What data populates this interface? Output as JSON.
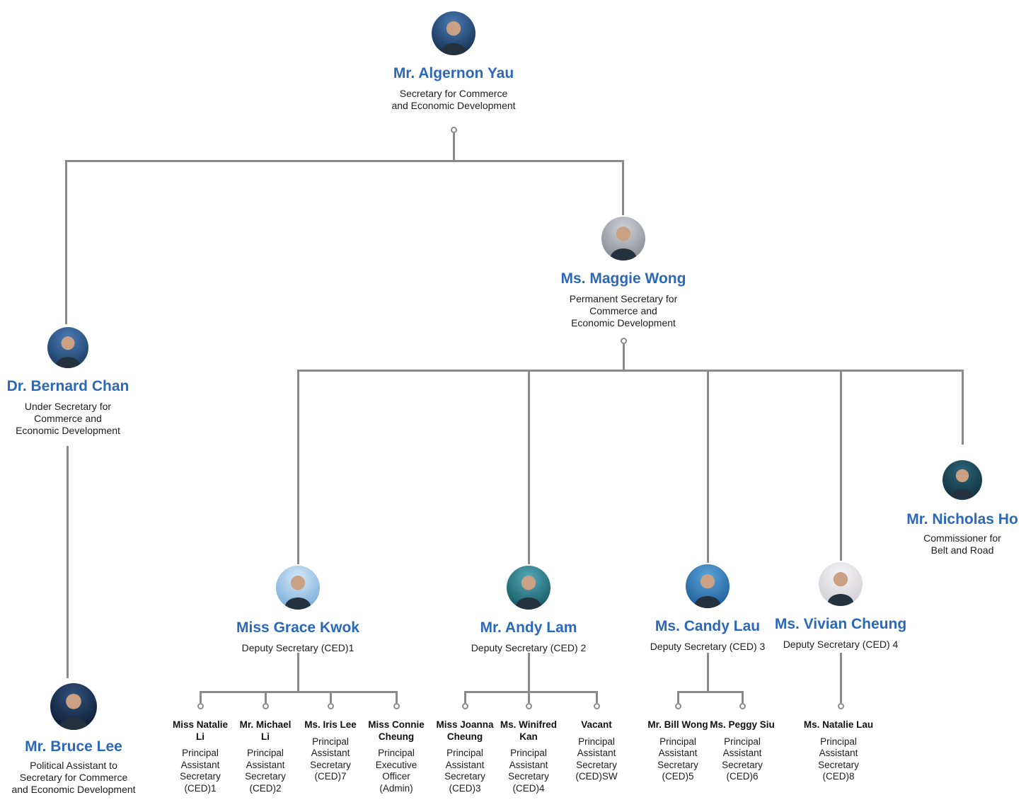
{
  "colors": {
    "name_link_blue": "#2c68ba",
    "body_text": "#1c1c1e",
    "connector_gray": "#8a8a8a"
  },
  "persons": [
    {
      "id": "algernon-yau",
      "name": "Mr. Algernon Yau",
      "title": "Secretary for Commerce\nand Economic Development",
      "photo_colors": [
        "#4a7cb5",
        "#122c4a"
      ]
    },
    {
      "id": "maggie-wong",
      "name": "Ms. Maggie Wong",
      "title": "Permanent Secretary for\nCommerce and\nEconomic Development",
      "photo_colors": [
        "#cfd3d8",
        "#83878e"
      ]
    },
    {
      "id": "bernard-chan",
      "name": "Dr. Bernard Chan",
      "title": "Under Secretary for\nCommerce and\nEconomic Development",
      "photo_colors": [
        "#4a7cb5",
        "#1a3a61"
      ]
    },
    {
      "id": "bruce-lee",
      "name": "Mr. Bruce Lee",
      "title": "Political Assistant to\nSecretary for Commerce\nand Economic Development",
      "photo_colors": [
        "#33527e",
        "#0a1830"
      ]
    },
    {
      "id": "grace-kwok",
      "name": "Miss Grace Kwok",
      "title": "Deputy Secretary (CED)1",
      "photo_colors": [
        "#d6e9f8",
        "#74a9d8"
      ]
    },
    {
      "id": "andy-lam",
      "name": "Mr. Andy Lam",
      "title": "Deputy Secretary (CED) 2",
      "photo_colors": [
        "#57aab8",
        "#0f5361"
      ]
    },
    {
      "id": "candy-lau",
      "name": "Ms. Candy Lau",
      "title": "Deputy Secretary (CED) 3",
      "photo_colors": [
        "#5aa3dc",
        "#1d5c95"
      ]
    },
    {
      "id": "vivian-cheung",
      "name": "Ms. Vivian Cheung",
      "title": "Deputy Secretary (CED) 4",
      "photo_colors": [
        "#f5f4f6",
        "#cfcdd2"
      ]
    },
    {
      "id": "nicholas-ho",
      "name": "Mr. Nicholas Ho",
      "title": "Commissioner for\nBelt and Road",
      "photo_colors": [
        "#2d6375",
        "#0e2f3b"
      ]
    }
  ],
  "staff": [
    {
      "id": "natalie-li",
      "name": "Miss Natalie\nLi",
      "title": "Principal\nAssistant\nSecretary\n(CED)1"
    },
    {
      "id": "michael-li",
      "name": "Mr. Michael\nLi",
      "title": "Principal\nAssistant\nSecretary\n(CED)2"
    },
    {
      "id": "iris-lee",
      "name": "Ms. Iris Lee",
      "title": "Principal\nAssistant\nSecretary\n(CED)7"
    },
    {
      "id": "connie-cheung",
      "name": "Miss Connie\nCheung",
      "title": "Principal\nExecutive\nOfficer\n(Admin)"
    },
    {
      "id": "joanna-cheung",
      "name": "Miss Joanna\nCheung",
      "title": "Principal\nAssistant\nSecretary\n(CED)3"
    },
    {
      "id": "winifred-kan",
      "name": "Ms. Winifred\nKan",
      "title": "Principal\nAssistant\nSecretary\n(CED)4"
    },
    {
      "id": "vacant",
      "name": "Vacant",
      "title": "Principal\nAssistant\nSecretary\n(CED)SW"
    },
    {
      "id": "bill-wong",
      "name": "Mr. Bill Wong",
      "title": "Principal\nAssistant\nSecretary\n(CED)5"
    },
    {
      "id": "peggy-siu",
      "name": "Ms. Peggy Siu",
      "title": "Principal\nAssistant\nSecretary\n(CED)6"
    },
    {
      "id": "natalie-lau",
      "name": "Ms. Natalie Lau",
      "title": "Principal\nAssistant\nSecretary\n(CED)8"
    }
  ]
}
